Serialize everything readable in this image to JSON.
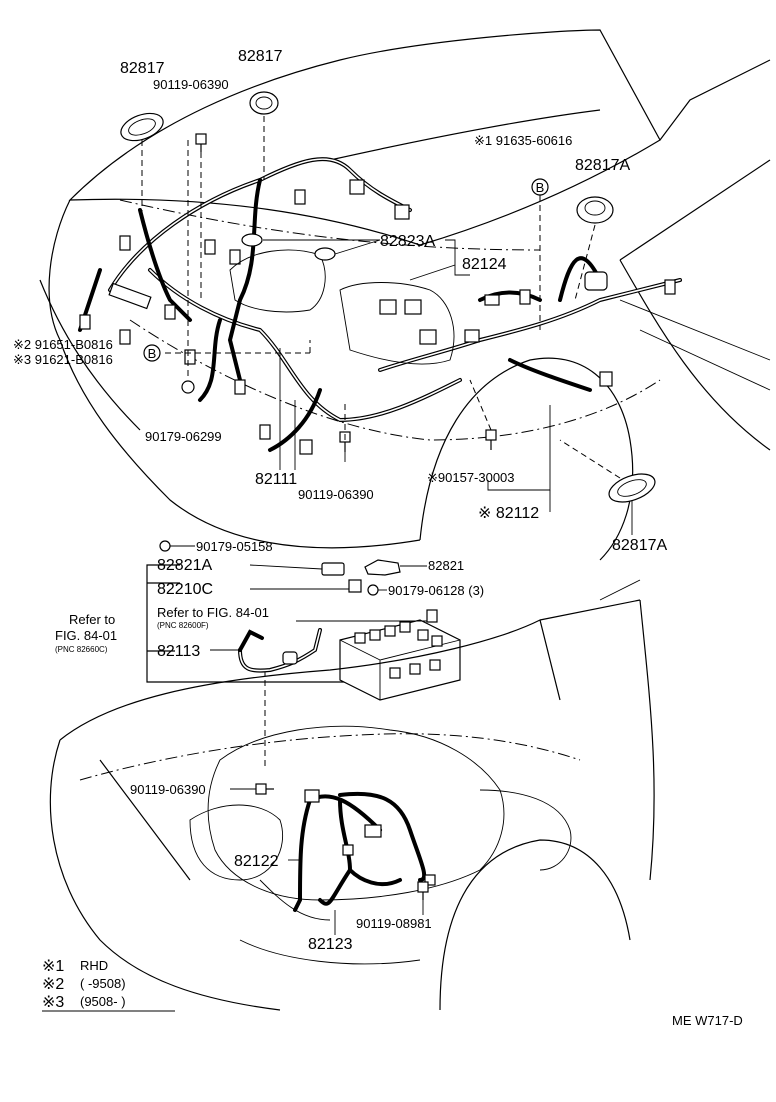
{
  "labels": {
    "p82817_a": "82817",
    "p82817_b": "82817",
    "p90119_06390_top": "90119-06390",
    "p91635": "※1 91635-60616",
    "p82817A_top": "82817A",
    "p82823A": "82823A",
    "p82124": "82124",
    "p91651": "※2 91651-B0816",
    "p91621": "※3 91621-B0816",
    "p90179_06299": "90179-06299",
    "p82111": "82111",
    "p90119_06390_mid": "90119-06390",
    "p90157": "※90157-30003",
    "p82112": "※ 82112",
    "p82817A_bottom": "82817A",
    "p90179_05158": "90179-05158",
    "p82821A": "82821A",
    "p82821": "82821",
    "p82210C": "82210C",
    "p90179_06128": "90179-06128 (3)",
    "refer_left_1": "Refer to",
    "refer_left_2": "FIG. 84-01",
    "refer_left_3": "(PNC 82660C)",
    "refer_mid": "Refer to FIG. 84-01",
    "refer_mid_pnc": "(PNC 82600F)",
    "p82113": "82113",
    "p90119_06390_low": "90119-06390",
    "p82122": "82122",
    "p90119_08981": "90119-08981",
    "p82123": "82123",
    "callout_b": "B"
  },
  "legend": [
    {
      "mark": "※1",
      "text": "RHD"
    },
    {
      "mark": "※2",
      "text": "(        -9508)"
    },
    {
      "mark": "※3",
      "text": "(9508-        )"
    }
  ],
  "figure_code": "ME W717-D"
}
